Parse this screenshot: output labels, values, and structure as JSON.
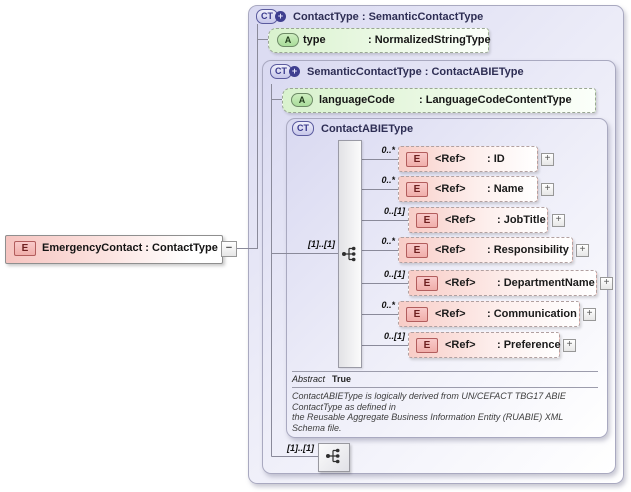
{
  "colors": {
    "panel_fill": "#d9d9f1",
    "element_fill": "#f8cdc7",
    "attribute_fill": "#d9f2ce",
    "badge_e_border": "#b25d5d",
    "badge_ct_border": "#5b5b9e",
    "connector": "#8a8a9a"
  },
  "root_element": {
    "badge": "E",
    "label": "EmergencyContact : ContactType",
    "collapse": "−"
  },
  "boxes": {
    "contact_type": {
      "badge": "CT",
      "plus": "+",
      "title": "ContactType : SemanticContactType"
    },
    "semantic": {
      "badge": "CT",
      "plus": "+",
      "title": "SemanticContactType : ContactABIEType"
    },
    "abie": {
      "badge": "CT",
      "title": "ContactABIEType"
    }
  },
  "attributes": {
    "type": {
      "badge": "A",
      "name": "type",
      "type": ": NormalizedStringType"
    },
    "language_code": {
      "badge": "A",
      "name": "languageCode",
      "type": ": LanguageCodeContentType"
    }
  },
  "sequence": {
    "occurrence": "[1]..[1]"
  },
  "elements": [
    {
      "occurrence": "0..*",
      "badge": "E",
      "ref": "<Ref>",
      "name": ": ID",
      "expand": "+"
    },
    {
      "occurrence": "0..*",
      "badge": "E",
      "ref": "<Ref>",
      "name": ": Name",
      "expand": "+"
    },
    {
      "occurrence": "0..[1]",
      "badge": "E",
      "ref": "<Ref>",
      "name": ": JobTitle",
      "expand": "+"
    },
    {
      "occurrence": "0..*",
      "badge": "E",
      "ref": "<Ref>",
      "name": ": Responsibility",
      "expand": "+"
    },
    {
      "occurrence": "0..[1]",
      "badge": "E",
      "ref": "<Ref>",
      "name": ": DepartmentName",
      "expand": "+"
    },
    {
      "occurrence": "0..*",
      "badge": "E",
      "ref": "<Ref>",
      "name": ": Communication",
      "expand": "+"
    },
    {
      "occurrence": "0..[1]",
      "badge": "E",
      "ref": "<Ref>",
      "name": ": Preference",
      "expand": "+"
    }
  ],
  "abstract": {
    "label": "Abstract",
    "value": "True"
  },
  "annotation": "ContactABIEType is logically derived from UN/CEFACT TBG17 ABIE\nContactType as defined in\nthe Reusable Aggregate Business Information Entity (RUABIE) XML\nSchema file.",
  "bottom_sequence": {
    "occurrence": "[1]..[1]"
  }
}
